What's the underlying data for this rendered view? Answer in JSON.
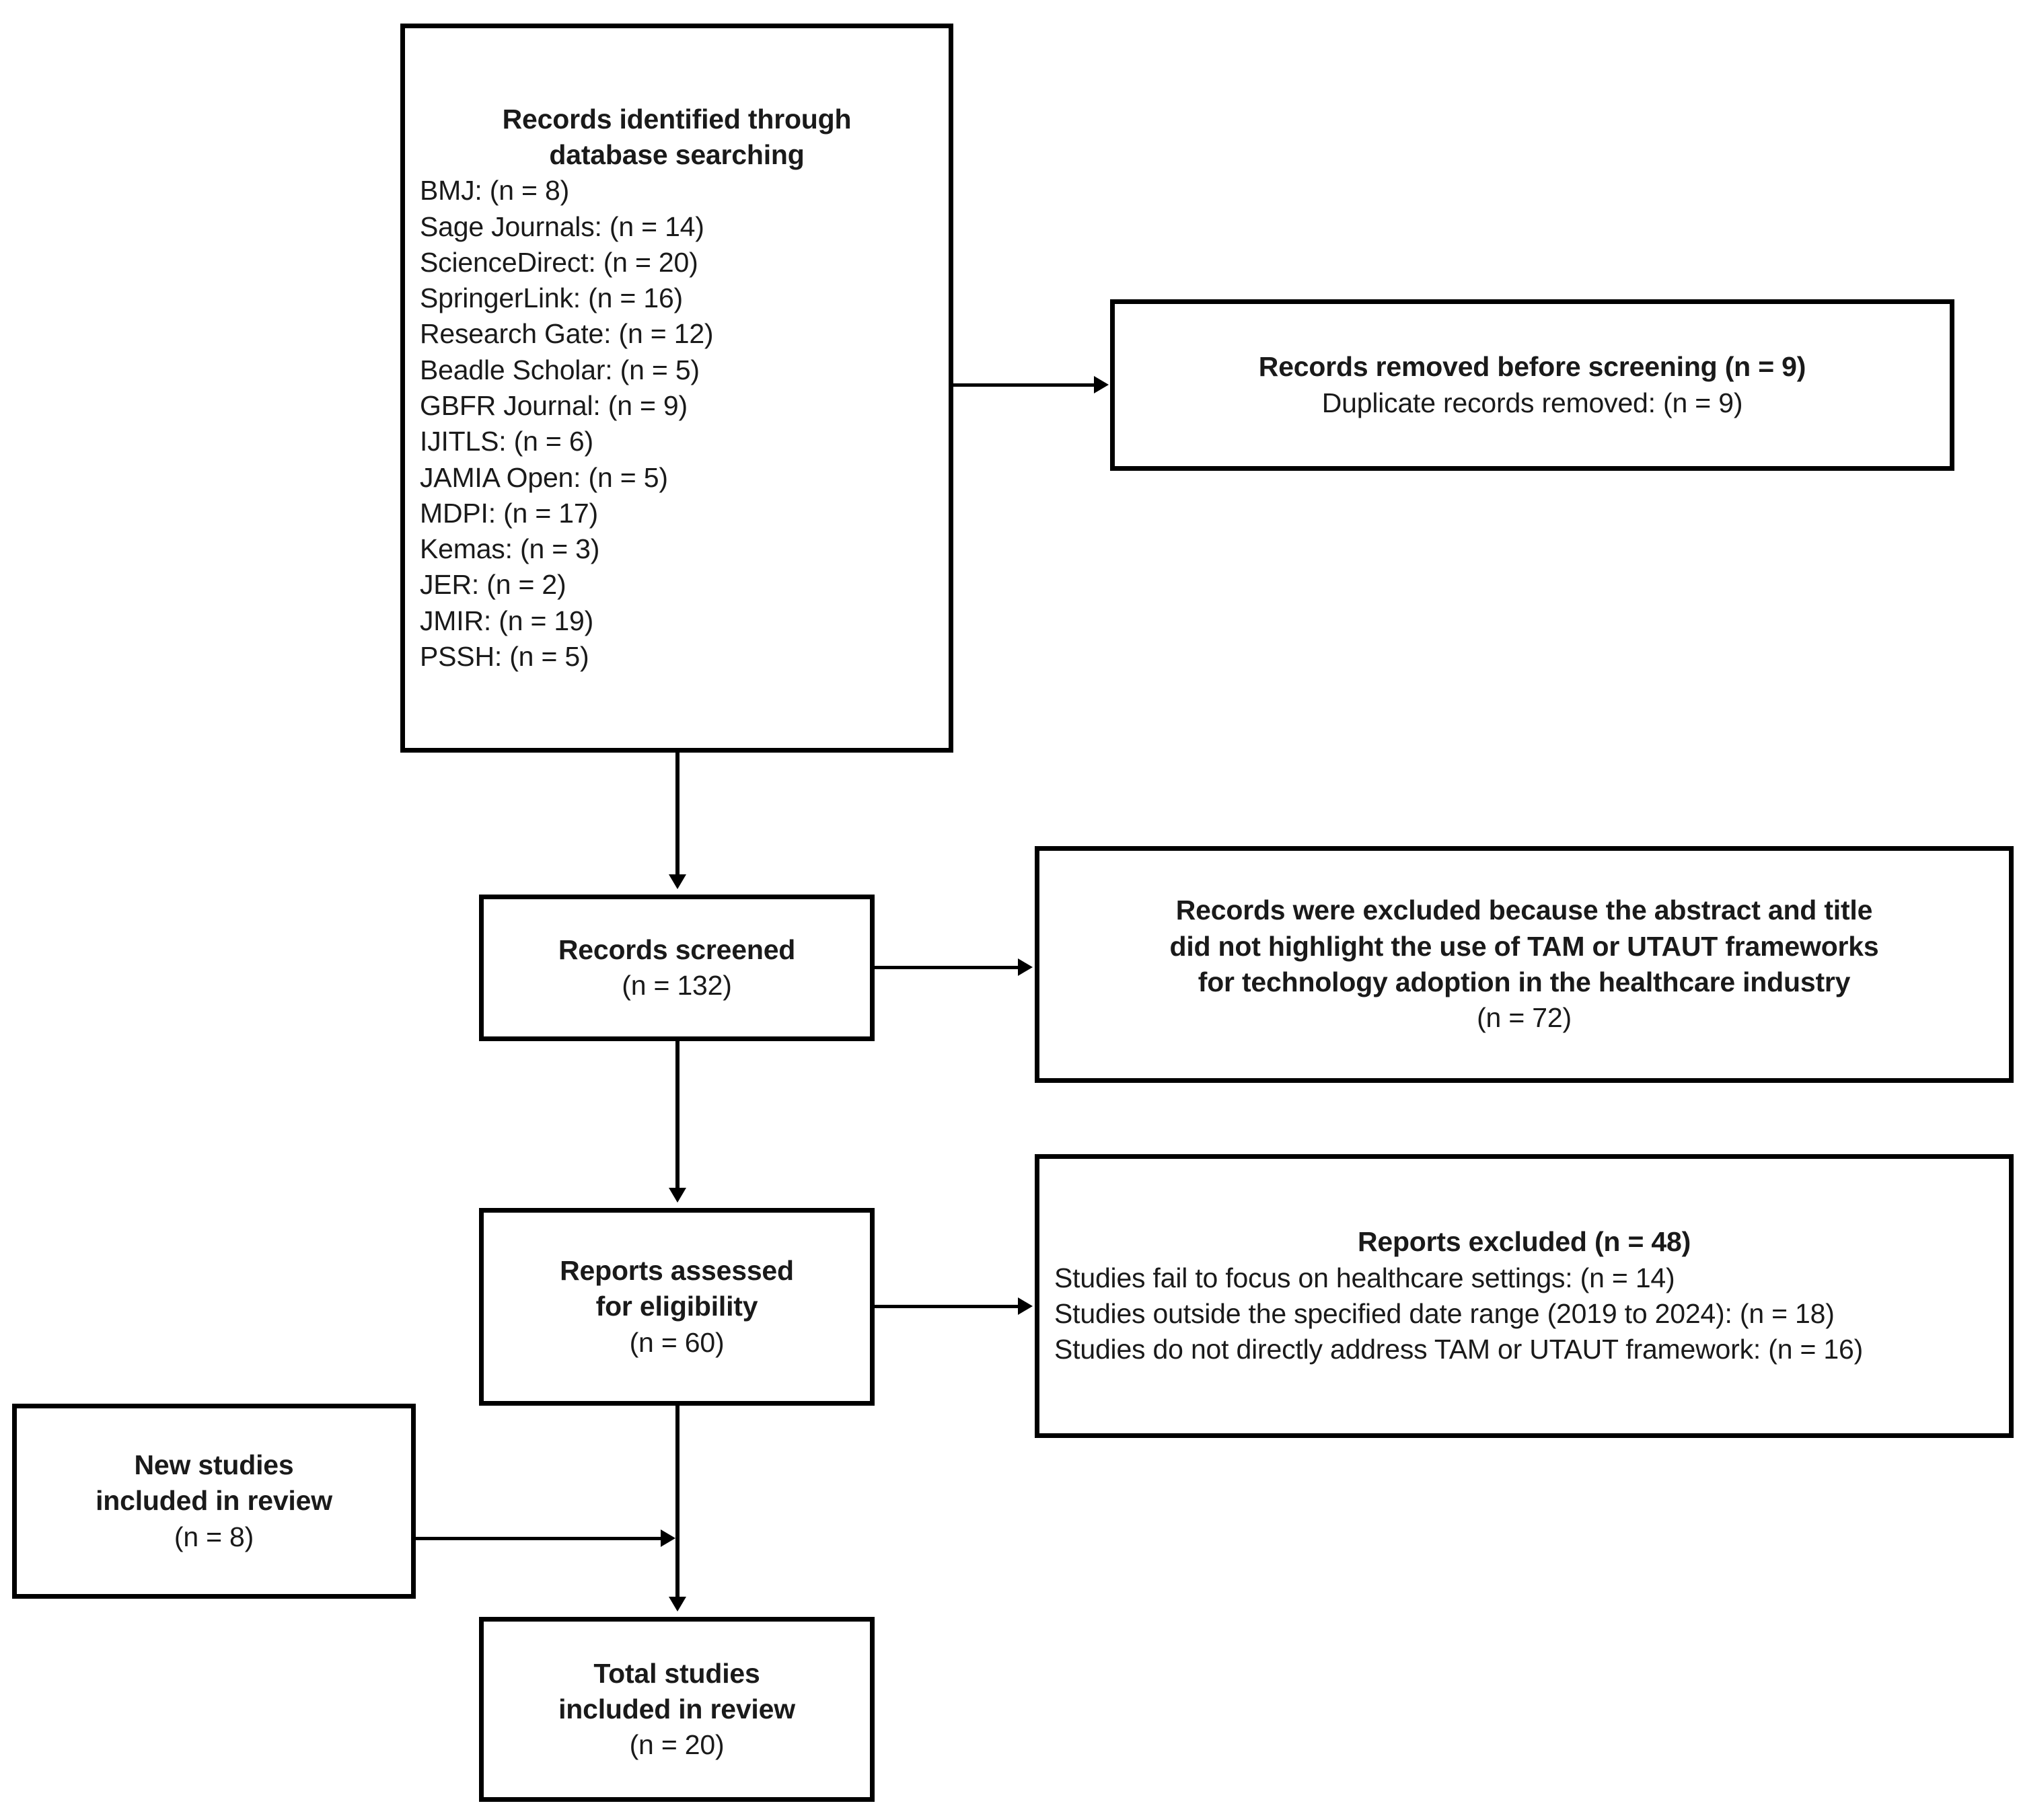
{
  "diagram": {
    "type": "PRISMA flow diagram",
    "identification_box": {
      "title_line1": "Records identified through",
      "title_line2": "database searching",
      "sources": [
        "BMJ: (n = 8)",
        "Sage Journals: (n = 14)",
        "ScienceDirect: (n = 20)",
        "SpringerLink: (n = 16)",
        "Research Gate: (n = 12)",
        "Beadle Scholar: (n = 5)",
        "GBFR Journal: (n = 9)",
        "IJITLS: (n = 6)",
        "JAMIA Open: (n = 5)",
        "MDPI: (n = 17)",
        "Kemas: (n = 3)",
        "JER: (n = 2)",
        "JMIR: (n = 19)",
        "PSSH: (n = 5)"
      ]
    },
    "removed_box": {
      "title": "Records removed before screening (n = 9)",
      "lines": [
        "Duplicate records removed: (n = 9)"
      ]
    },
    "screened_box": {
      "title": "Records screened",
      "count": "(n = 132)"
    },
    "screened_excluded_box": {
      "lines": [
        "Records were excluded because the abstract and title",
        "did not highlight the use of TAM or UTAUT frameworks",
        "for technology adoption in the healthcare industry"
      ],
      "count": "(n = 72)"
    },
    "eligibility_box": {
      "title_line1": "Reports assessed",
      "title_line2": "for eligibility",
      "count": "(n = 60)"
    },
    "reports_excluded_box": {
      "title": "Reports excluded (n = 48)",
      "lines": [
        "Studies fail to focus on healthcare settings: (n = 14)",
        "Studies outside the specified date range (2019 to 2024): (n = 18)",
        "Studies do not directly address TAM or UTAUT framework: (n = 16)"
      ]
    },
    "new_studies_box": {
      "title_line1": "New studies",
      "title_line2": "included in review",
      "count": "(n = 8)"
    },
    "total_studies_box": {
      "title_line1": "Total studies",
      "title_line2": "included in review",
      "count": "(n = 20)"
    }
  },
  "colors": {
    "border": "#000000",
    "background": "#ffffff",
    "text": "#1a1a1a"
  }
}
